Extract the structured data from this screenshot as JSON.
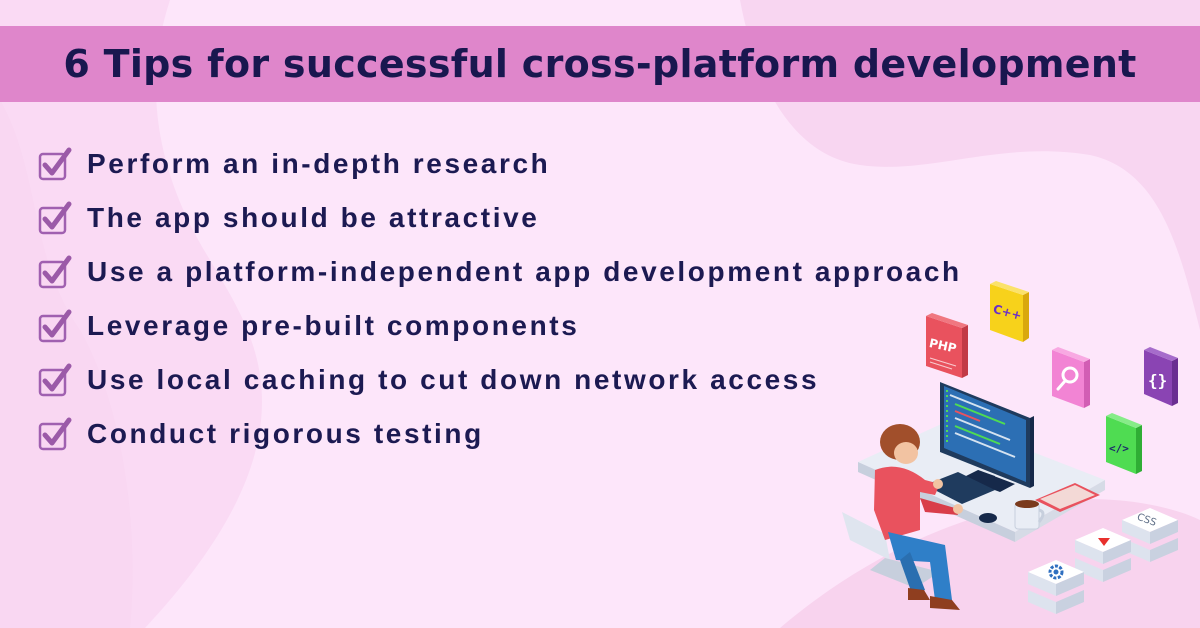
{
  "header": {
    "title": "6 Tips for successful cross-platform development"
  },
  "tips": [
    {
      "label": "Perform an in-depth research",
      "icon": "checkbox-checked-icon"
    },
    {
      "label": "The app should be attractive",
      "icon": "checkbox-checked-icon"
    },
    {
      "label": "Use a platform-independent app development approach",
      "icon": "checkbox-checked-icon"
    },
    {
      "label": "Leverage pre-built components",
      "icon": "checkbox-checked-icon"
    },
    {
      "label": "Use local caching to cut down network access",
      "icon": "checkbox-checked-icon"
    },
    {
      "label": "Conduct rigorous testing",
      "icon": "checkbox-checked-icon"
    }
  ],
  "illustration": {
    "tiles": [
      {
        "name": "php-tile",
        "text": "PHP",
        "color": "#e9525e"
      },
      {
        "name": "cpp-tile",
        "text": "C++",
        "color": "#f7d21b"
      },
      {
        "name": "search-tile",
        "text": "",
        "color": "#f284d4"
      },
      {
        "name": "braces-tile",
        "text": "{}",
        "color": "#8a44b3"
      },
      {
        "name": "code-tile",
        "text": "</>",
        "color": "#4fdc52"
      },
      {
        "name": "css-block",
        "text": "CSS",
        "color": "#ffffff"
      }
    ]
  },
  "colors": {
    "background": "#fde6fa",
    "title_bar": "#df86cb",
    "title_text": "#19174f",
    "tip_text": "#1c1a52",
    "check_icon": "#9b5aa8"
  }
}
